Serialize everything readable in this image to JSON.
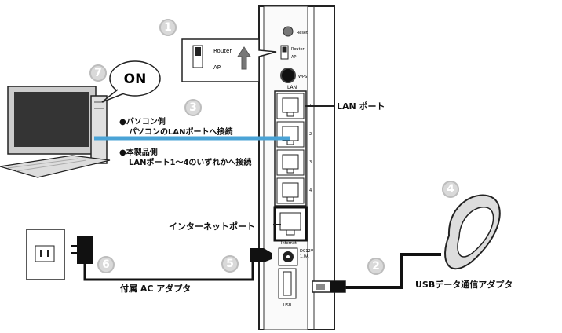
{
  "router": {
    "reset_label": "Reset",
    "switch_labels": [
      "Router",
      "AP"
    ],
    "wps_label": "WPS",
    "lan_label": "LAN",
    "port_numbers": [
      "1",
      "2",
      "3",
      "4"
    ],
    "internet_label": "Internet",
    "dc_label_line1": "DC12V",
    "dc_label_line2": "1.0A",
    "usb_label": "USB"
  },
  "callout_switch": {
    "router_label": "Router",
    "ap_label": "AP"
  },
  "callout_on": {
    "text": "ON"
  },
  "labels": {
    "lan_port": "LAN ポート",
    "internet_port": "インターネットポート",
    "ac_adapter": "付属 AC アダプタ",
    "usb_adapter": "USBデータ通信アダプタ"
  },
  "cable_note": {
    "pc_heading": "●パソコン側",
    "pc_text": "パソコンのLANポートへ接続",
    "device_heading": "●本製品側",
    "device_text": "LANポート1～4のいずれかへ接続"
  },
  "steps": [
    "1",
    "2",
    "3",
    "4",
    "5",
    "6",
    "7"
  ],
  "colors": {
    "lan_cable": "#4aa3d6",
    "step_badge": "#d9d9d9"
  }
}
